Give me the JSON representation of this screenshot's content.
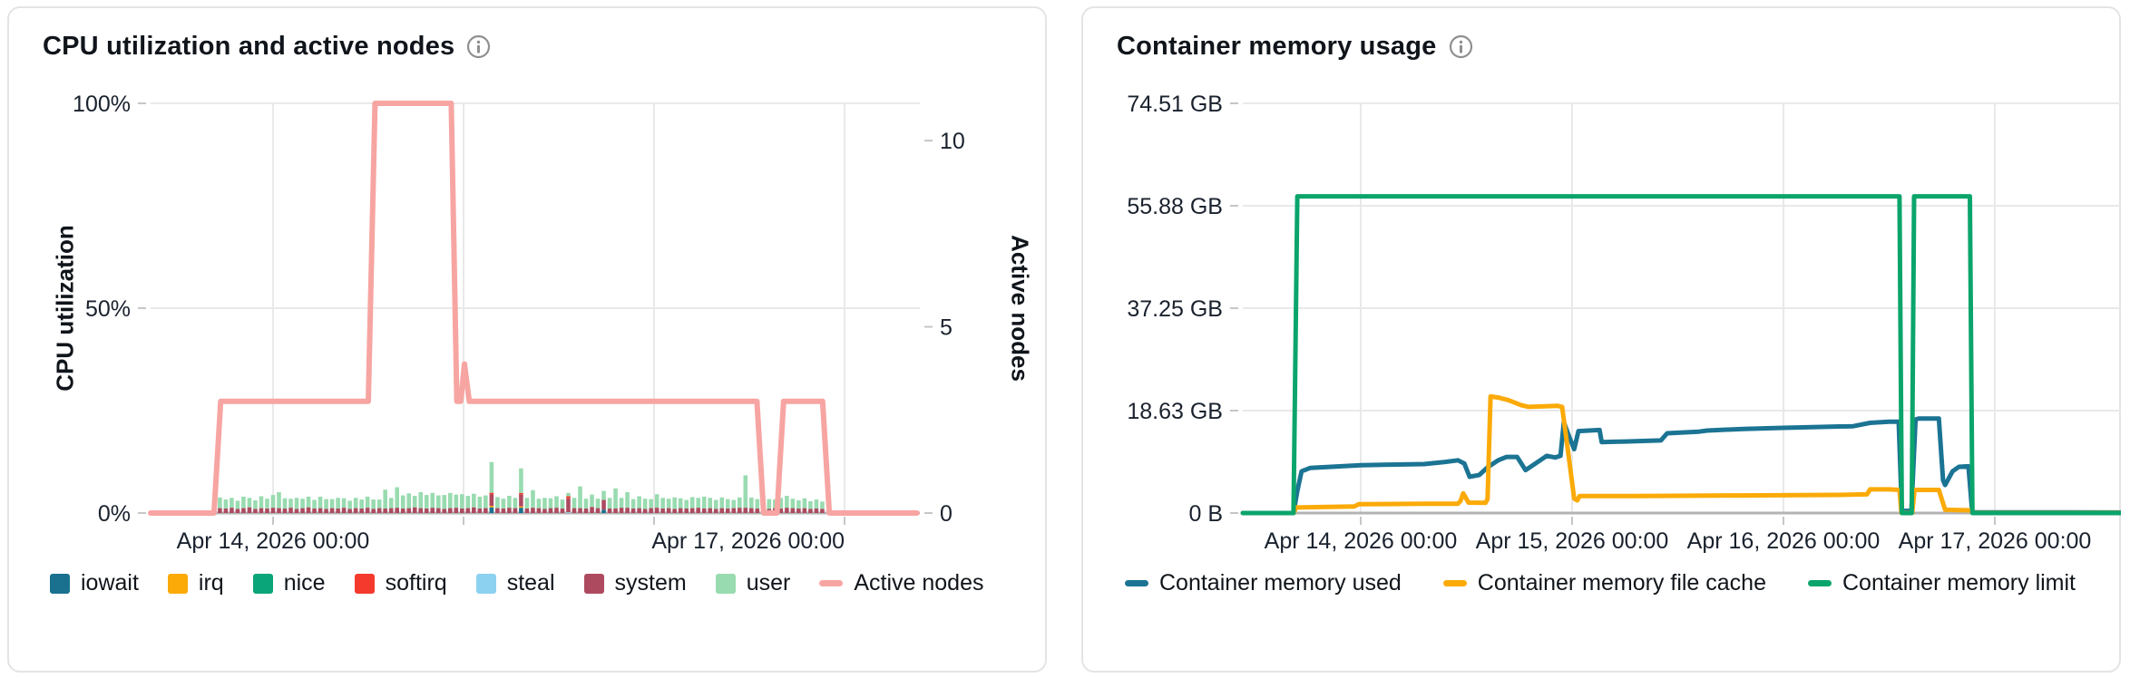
{
  "page": {
    "background": "#ffffff"
  },
  "colors": {
    "iowait": "#19718f",
    "irq": "#fbaa08",
    "nice": "#0aa578",
    "softirq": "#f43a2d",
    "steal": "#8dd1f1",
    "system": "#ad4a60",
    "user": "#99dbb0",
    "active_nodes": "#f7a5a2",
    "mem_used": "#1b7493",
    "mem_cache": "#fbaa08",
    "mem_limit": "#0ba56c",
    "grid": "#e9e9e9",
    "axis_line": "#b3b3b3",
    "tick": "#c6c6c6",
    "text": "#1a222e",
    "icon": "#8f8f8f"
  },
  "chart_data": [
    {
      "type": "bar+line",
      "title": "CPU utilization and active nodes",
      "y_left": {
        "label": "CPU utilization",
        "min": 0,
        "max": 100,
        "ticks": [
          {
            "label": "100%",
            "value": 100
          },
          {
            "label": "50%",
            "value": 50
          },
          {
            "label": "0%",
            "value": 0
          }
        ]
      },
      "y_right": {
        "label": "Active nodes",
        "min": 0,
        "max": 11,
        "ticks": [
          {
            "label": "10",
            "value": 10
          },
          {
            "label": "5",
            "value": 5
          },
          {
            "label": "0",
            "value": 0
          }
        ]
      },
      "x_axis": {
        "range_days": [
          -0.643,
          3.395
        ],
        "ticks": [
          {
            "day": 0,
            "label": "Apr 14, 2026 00:00",
            "align": "middle"
          },
          {
            "day": 1,
            "label": ""
          },
          {
            "day": 2,
            "label": ""
          },
          {
            "day": 3,
            "label": "Apr 17, 2026 00:00",
            "align": "end"
          }
        ]
      },
      "legend": [
        {
          "name": "iowait",
          "swatch": "square",
          "color_key": "iowait"
        },
        {
          "name": "irq",
          "swatch": "square",
          "color_key": "irq"
        },
        {
          "name": "nice",
          "swatch": "square",
          "color_key": "nice"
        },
        {
          "name": "softirq",
          "swatch": "square",
          "color_key": "softirq"
        },
        {
          "name": "steal",
          "swatch": "square",
          "color_key": "steal"
        },
        {
          "name": "system",
          "swatch": "square",
          "color_key": "system"
        },
        {
          "name": "user",
          "swatch": "square",
          "color_key": "user"
        },
        {
          "name": "Active nodes",
          "swatch": "line",
          "color_key": "active_nodes"
        }
      ],
      "bars": {
        "unit": "%",
        "start_day": -0.29,
        "pitch_days": 0.031,
        "width_days": 0.0219,
        "stack_order": [
          "iowait",
          "irq",
          "nice",
          "steal",
          "system",
          "softirq",
          "user"
        ],
        "array_order": [
          "user",
          "system"
        ],
        "values": [
          [
            2.6,
            1.2
          ],
          [
            2.2,
            1.1
          ],
          [
            2.4,
            1.3
          ],
          [
            2.0,
            1.0
          ],
          [
            2.8,
            1.2
          ],
          [
            2.3,
            1.4
          ],
          [
            2.1,
            1.0
          ],
          [
            2.9,
            1.2
          ],
          [
            2.4,
            1.1
          ],
          [
            3.1,
            1.3
          ],
          [
            3.9,
            1.2
          ],
          [
            2.5,
            1.1
          ],
          [
            2.2,
            1.3
          ],
          [
            2.7,
            1.0
          ],
          [
            2.3,
            1.2
          ],
          [
            2.6,
            1.4
          ],
          [
            2.1,
            1.1
          ],
          [
            2.8,
            1.2
          ],
          [
            2.4,
            1.0
          ],
          [
            2.2,
            1.2
          ],
          [
            2.6,
            1.1
          ],
          [
            2.3,
            1.3
          ],
          [
            2.0,
            1.0
          ],
          [
            2.5,
            1.2
          ],
          [
            2.2,
            1.1
          ],
          [
            2.7,
            1.3
          ],
          [
            2.3,
            1.0
          ],
          [
            2.1,
            1.2
          ],
          [
            4.6,
            1.1
          ],
          [
            2.5,
            1.2
          ],
          [
            5.0,
            1.3
          ],
          [
            3.2,
            1.1
          ],
          [
            3.6,
            1.2
          ],
          [
            2.8,
            1.4
          ],
          [
            3.9,
            1.2
          ],
          [
            3.3,
            1.1
          ],
          [
            3.6,
            1.3
          ],
          [
            3.1,
            1.2
          ],
          [
            3.4,
            1.0
          ],
          [
            3.7,
            1.2
          ],
          [
            3.2,
            1.3
          ],
          [
            3.5,
            1.1
          ],
          [
            3.0,
            1.2
          ],
          [
            3.3,
            1.4
          ],
          [
            2.9,
            1.1
          ],
          [
            3.1,
            1.2
          ],
          {
            "user": 7.5,
            "system": 2.8,
            "iowait": 1.4,
            "irq": 0.35,
            "softirq": 0.4
          },
          [
            2.7,
            1.2
          ],
          [
            2.4,
            1.1
          ],
          [
            2.9,
            1.3
          ],
          [
            2.5,
            1.2
          ],
          {
            "user": 6.0,
            "system": 2.9,
            "iowait": 1.3,
            "irq": 0.3,
            "softirq": 0.4
          },
          [
            2.6,
            1.1
          ],
          [
            4.3,
            1.3
          ],
          [
            2.3,
            1.2
          ],
          [
            2.7,
            1.0
          ],
          [
            2.4,
            1.2
          ],
          [
            2.8,
            1.3
          ],
          [
            2.2,
            1.1
          ],
          {
            "user": 0.8,
            "system": 3.4,
            "softirq": 0.5,
            "steal": 0.2
          },
          [
            2.5,
            1.2
          ],
          [
            5.3,
            1.2
          ],
          [
            2.4,
            1.1
          ],
          [
            3.0,
            1.5
          ],
          [
            2.3,
            1.2
          ],
          {
            "user": 2.2,
            "system": 2.4,
            "iowait": 0.8
          },
          [
            2.6,
            1.1
          ],
          [
            4.9,
            1.1
          ],
          [
            2.4,
            1.3
          ],
          [
            3.8,
            1.3
          ],
          [
            2.3,
            1.1
          ],
          [
            2.9,
            1.2
          ],
          [
            2.5,
            1.0
          ],
          [
            2.2,
            1.2
          ],
          [
            3.3,
            1.3
          ],
          [
            2.6,
            1.1
          ],
          [
            2.3,
            1.2
          ],
          [
            2.8,
            1.0
          ],
          [
            2.4,
            1.2
          ],
          [
            2.1,
            1.1
          ],
          [
            2.7,
            1.2
          ],
          [
            2.4,
            1.3
          ],
          [
            2.9,
            1.1
          ],
          [
            2.5,
            1.2
          ],
          [
            2.2,
            1.0
          ],
          [
            2.6,
            1.2
          ],
          [
            2.3,
            1.1
          ],
          [
            2.0,
            1.2
          ],
          [
            2.5,
            1.3
          ],
          [
            7.9,
            1.3
          ],
          [
            2.6,
            1.2
          ],
          [
            2.3,
            1.1
          ],
          [
            2.8,
            1.2
          ],
          [
            2.4,
            1.0
          ],
          [
            2.1,
            1.2
          ],
          [
            2.6,
            1.1
          ],
          [
            2.9,
            1.3
          ],
          [
            2.3,
            1.2
          ],
          [
            2.0,
            1.1
          ],
          [
            2.4,
            1.2
          ],
          [
            1.9,
            1.0
          ],
          [
            2.2,
            1.1
          ],
          [
            1.8,
            1.0
          ]
        ]
      },
      "line": {
        "name": "Active nodes",
        "axis": "right",
        "unit": "nodes",
        "color_key": "active_nodes",
        "points": [
          [
            -0.643,
            0
          ],
          [
            -0.31,
            0
          ],
          [
            -0.275,
            3
          ],
          [
            0.5,
            3
          ],
          [
            0.535,
            11
          ],
          [
            0.935,
            11
          ],
          [
            0.965,
            3
          ],
          [
            0.985,
            3
          ],
          [
            1.005,
            4
          ],
          [
            1.03,
            3
          ],
          [
            2.54,
            3
          ],
          [
            2.575,
            0
          ],
          [
            2.645,
            0
          ],
          [
            2.68,
            3
          ],
          [
            2.885,
            3
          ],
          [
            2.92,
            0
          ],
          [
            3.38,
            0
          ]
        ]
      }
    },
    {
      "type": "line",
      "title": "Container memory usage",
      "y_left": {
        "label": "",
        "min": 0,
        "max": 74.51,
        "ticks": [
          {
            "label": "74.51 GB",
            "value": 74.51
          },
          {
            "label": "55.88 GB",
            "value": 55.88
          },
          {
            "label": "37.25 GB",
            "value": 37.25
          },
          {
            "label": "18.63 GB",
            "value": 18.63
          },
          {
            "label": "0 B",
            "value": 0
          }
        ]
      },
      "x_axis": {
        "range_days": [
          -0.558,
          3.601
        ],
        "ticks": [
          {
            "day": 0,
            "label": "Apr 14, 2026 00:00",
            "align": "middle"
          },
          {
            "day": 1,
            "label": "Apr 15, 2026 00:00",
            "align": "middle"
          },
          {
            "day": 2,
            "label": "Apr 16, 2026 00:00",
            "align": "middle"
          },
          {
            "day": 3,
            "label": "Apr 17, 2026 00:00",
            "align": "middle"
          }
        ]
      },
      "legend": [
        {
          "name": "Container memory used",
          "swatch": "line",
          "color_key": "mem_used"
        },
        {
          "name": "Container memory file cache",
          "swatch": "line",
          "color_key": "mem_cache"
        },
        {
          "name": "Container memory limit",
          "swatch": "line",
          "color_key": "mem_limit"
        }
      ],
      "series": [
        {
          "name": "Container memory used",
          "color_key": "mem_used",
          "unit": "GB",
          "points": [
            [
              -0.558,
              0
            ],
            [
              -0.318,
              0
            ],
            [
              -0.3,
              4.0
            ],
            [
              -0.28,
              7.6
            ],
            [
              -0.24,
              8.2
            ],
            [
              0.0,
              8.7
            ],
            [
              0.3,
              8.9
            ],
            [
              0.4,
              9.3
            ],
            [
              0.46,
              9.6
            ],
            [
              0.49,
              9.0
            ],
            [
              0.515,
              6.6
            ],
            [
              0.56,
              6.9
            ],
            [
              0.6,
              8.3
            ],
            [
              0.65,
              9.6
            ],
            [
              0.69,
              10.2
            ],
            [
              0.74,
              10.2
            ],
            [
              0.78,
              7.8
            ],
            [
              0.83,
              9.1
            ],
            [
              0.88,
              10.4
            ],
            [
              0.92,
              10.1
            ],
            [
              0.945,
              10.4
            ],
            [
              0.961,
              16.5
            ],
            [
              0.985,
              14.0
            ],
            [
              1.01,
              11.6
            ],
            [
              1.03,
              14.9
            ],
            [
              1.13,
              15.1
            ],
            [
              1.14,
              12.9
            ],
            [
              1.25,
              13.0
            ],
            [
              1.42,
              13.2
            ],
            [
              1.45,
              14.5
            ],
            [
              1.6,
              14.8
            ],
            [
              1.64,
              15.0
            ],
            [
              1.81,
              15.3
            ],
            [
              2.0,
              15.5
            ],
            [
              2.33,
              15.8
            ],
            [
              2.41,
              16.4
            ],
            [
              2.5,
              16.6
            ],
            [
              2.545,
              16.6
            ],
            [
              2.56,
              0.4
            ],
            [
              2.605,
              0.4
            ],
            [
              2.625,
              17.0
            ],
            [
              2.64,
              17.2
            ],
            [
              2.735,
              17.2
            ],
            [
              2.755,
              6.0
            ],
            [
              2.765,
              5.1
            ],
            [
              2.8,
              7.6
            ],
            [
              2.83,
              8.4
            ],
            [
              2.875,
              8.5
            ],
            [
              2.893,
              0.15
            ],
            [
              3.601,
              0.1
            ]
          ]
        },
        {
          "name": "Container memory file cache",
          "color_key": "mem_cache",
          "unit": "GB",
          "points": [
            [
              -0.558,
              0
            ],
            [
              -0.318,
              0
            ],
            [
              -0.305,
              1.0
            ],
            [
              -0.03,
              1.2
            ],
            [
              -0.01,
              1.6
            ],
            [
              0.3,
              1.7
            ],
            [
              0.46,
              1.7
            ],
            [
              0.472,
              2.2
            ],
            [
              0.485,
              3.6
            ],
            [
              0.51,
              1.9
            ],
            [
              0.59,
              1.85
            ],
            [
              0.6,
              2.5
            ],
            [
              0.614,
              21.2
            ],
            [
              0.65,
              21.0
            ],
            [
              0.7,
              20.5
            ],
            [
              0.76,
              19.6
            ],
            [
              0.795,
              19.3
            ],
            [
              0.87,
              19.4
            ],
            [
              0.93,
              19.5
            ],
            [
              0.953,
              19.3
            ],
            [
              0.985,
              10.0
            ],
            [
              1.01,
              2.6
            ],
            [
              1.025,
              2.3
            ],
            [
              1.035,
              3.1
            ],
            [
              1.3,
              3.1
            ],
            [
              1.8,
              3.2
            ],
            [
              2.25,
              3.3
            ],
            [
              2.395,
              3.4
            ],
            [
              2.41,
              4.3
            ],
            [
              2.5,
              4.3
            ],
            [
              2.549,
              4.2
            ],
            [
              2.558,
              0.05
            ],
            [
              2.609,
              0.05
            ],
            [
              2.62,
              4.2
            ],
            [
              2.735,
              4.2
            ],
            [
              2.765,
              0.6
            ],
            [
              2.884,
              0.5
            ],
            [
              2.893,
              0.05
            ],
            [
              3.601,
              0.05
            ]
          ]
        },
        {
          "name": "Container memory limit",
          "color_key": "mem_limit",
          "unit": "GB",
          "points": [
            [
              -0.558,
              0
            ],
            [
              -0.318,
              0
            ],
            [
              -0.3,
              57.6
            ],
            [
              2.549,
              57.6
            ],
            [
              2.56,
              0
            ],
            [
              2.607,
              0
            ],
            [
              2.618,
              57.6
            ],
            [
              2.882,
              57.6
            ],
            [
              2.894,
              0
            ],
            [
              3.601,
              0
            ]
          ]
        }
      ]
    }
  ]
}
